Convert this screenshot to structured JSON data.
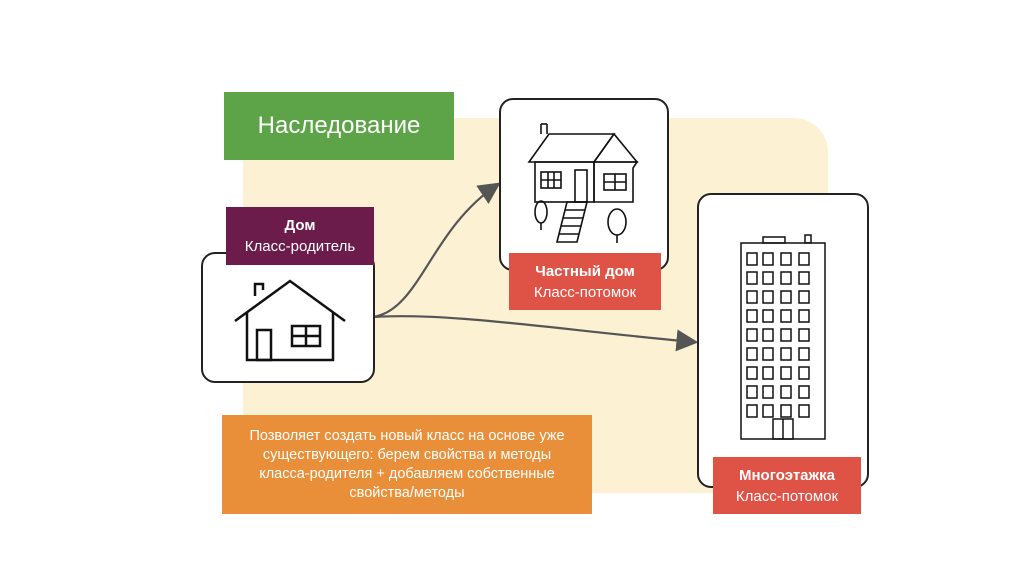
{
  "title": "Наследование",
  "parent": {
    "name": "Дом",
    "role": "Класс-родитель"
  },
  "child1": {
    "name": "Частный дом",
    "role": "Класс-потомок"
  },
  "child2": {
    "name": "Многоэтажка",
    "role": "Класс-потомок"
  },
  "description": "Позволяет создать новый класс на основе уже существующего: берем свойства и методы класса-родителя + добавляем собственные свойства/методы",
  "icons": [
    "house-icon",
    "cottage-icon",
    "apartment-building-icon"
  ],
  "colors": {
    "title_bg": "#5da448",
    "parent_label_bg": "#6b1c4a",
    "child_label_bg": "#de5346",
    "description_bg": "#e98f3a",
    "panel_bg": "#fdf1d3"
  }
}
